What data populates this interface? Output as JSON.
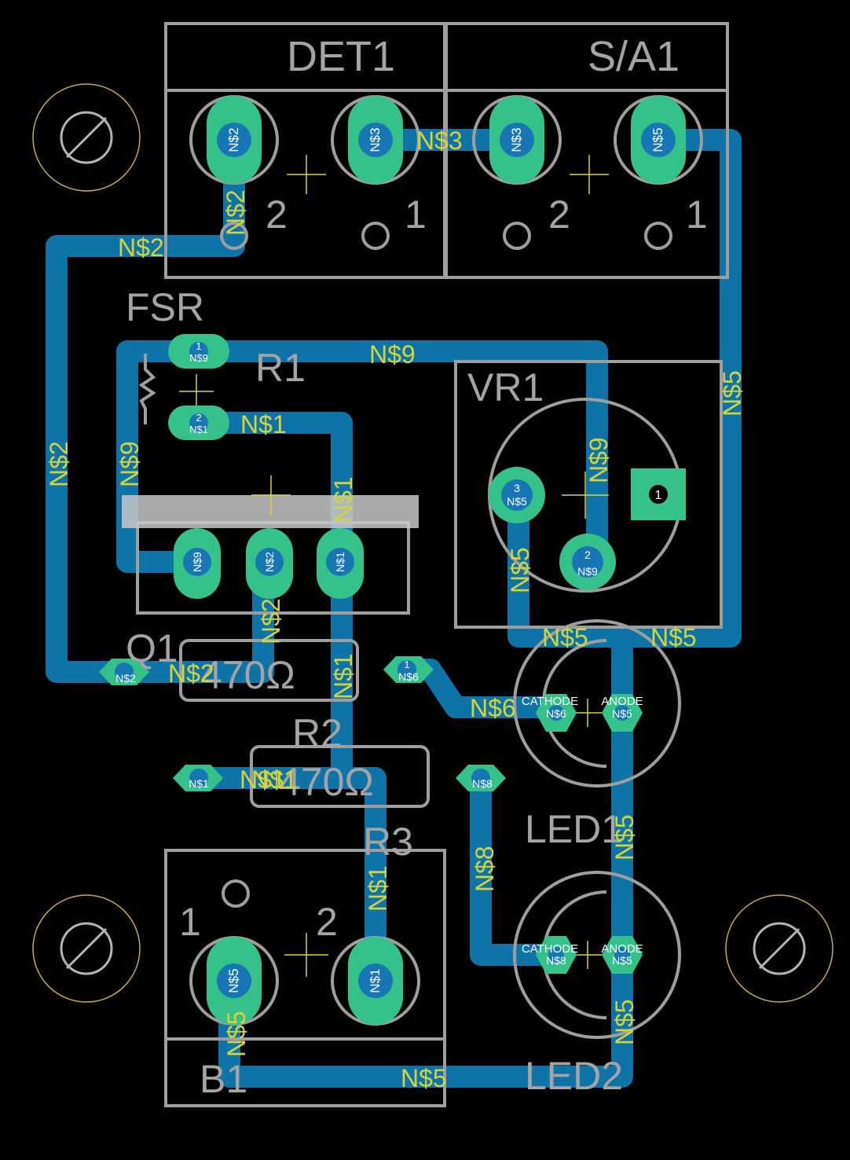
{
  "colors": {
    "background": "#000000",
    "trace": "#0e74a8",
    "pad": "#35c28a",
    "drill": "#1777b4",
    "silkscreen": "#9e9e9e",
    "net_label": "#d4d43a",
    "hole_outline": "#c4a85a"
  },
  "components": {
    "det1": "DET1",
    "sa1": "S/A1",
    "fsr": "FSR",
    "r1": "R1",
    "vr1": "VR1",
    "q1": "Q1",
    "r2": "R2",
    "r2_value": "470Ω",
    "r3": "R3",
    "r3_value": "470Ω",
    "led1": "LED1",
    "led2": "LED2",
    "b1": "B1"
  },
  "pin_numbers": {
    "det1_pin2": "2",
    "det1_pin1": "1",
    "sa1_pin2": "2",
    "sa1_pin1": "1",
    "b1_pin1": "1",
    "b1_pin2": "2"
  },
  "net_labels": {
    "n2_top": "N$2",
    "n2_det_vertical": "N$2",
    "n3": "N$3",
    "n9_top": "N$9",
    "n1_r1": "N$1",
    "n2_left": "N$2",
    "n9_left": "N$9",
    "n1_q1": "N$1",
    "n5_right": "N$5",
    "n9_vr1": "N$9",
    "n5_vr1": "N$5",
    "n2_q1": "N$2",
    "n1_mid": "N$1",
    "n5_a": "N$5",
    "n5_b": "N$5",
    "n2_r2": "N$2",
    "n6": "N$6",
    "n1_r3_overlap": "N$1",
    "n1_r3_overlap2": "N$1",
    "n8": "N$8",
    "n5_led1": "N$5",
    "n1_b1": "N$1",
    "n5_led2": "N$5",
    "n5_b1": "N$5",
    "n5_bottom": "N$5"
  },
  "pad_labels": {
    "det1_p2": "N$2",
    "det1_p1": "N$3",
    "sa1_p2": "N$3",
    "sa1_p1": "N$5",
    "r1_p1_num": "1",
    "r1_p1": "N$9",
    "r1_p2_num": "2",
    "r1_p2": "N$1",
    "q1_p1": "N$9",
    "q1_p2": "N$2",
    "q1_p3": "N$1",
    "vr1_p1": "1",
    "vr1_p3_num": "3",
    "vr1_p3": "N$5",
    "vr1_p2_num": "2",
    "vr1_p2": "N$9",
    "r2_p2": "N$2",
    "r2_p1_num": "1",
    "r2_p1": "N$6",
    "r3_p2": "N$1",
    "r3_p1": "N$8",
    "led1_cathode_title": "CATHODE",
    "led1_anode_title": "ANODE",
    "led1_cathode": "N$6",
    "led1_anode": "N$5",
    "led2_cathode_title": "CATHODE",
    "led2_anode_title": "ANODE",
    "led2_cathode": "N$8",
    "led2_anode": "N$5",
    "b1_p1": "N$5",
    "b1_p2": "N$1"
  }
}
